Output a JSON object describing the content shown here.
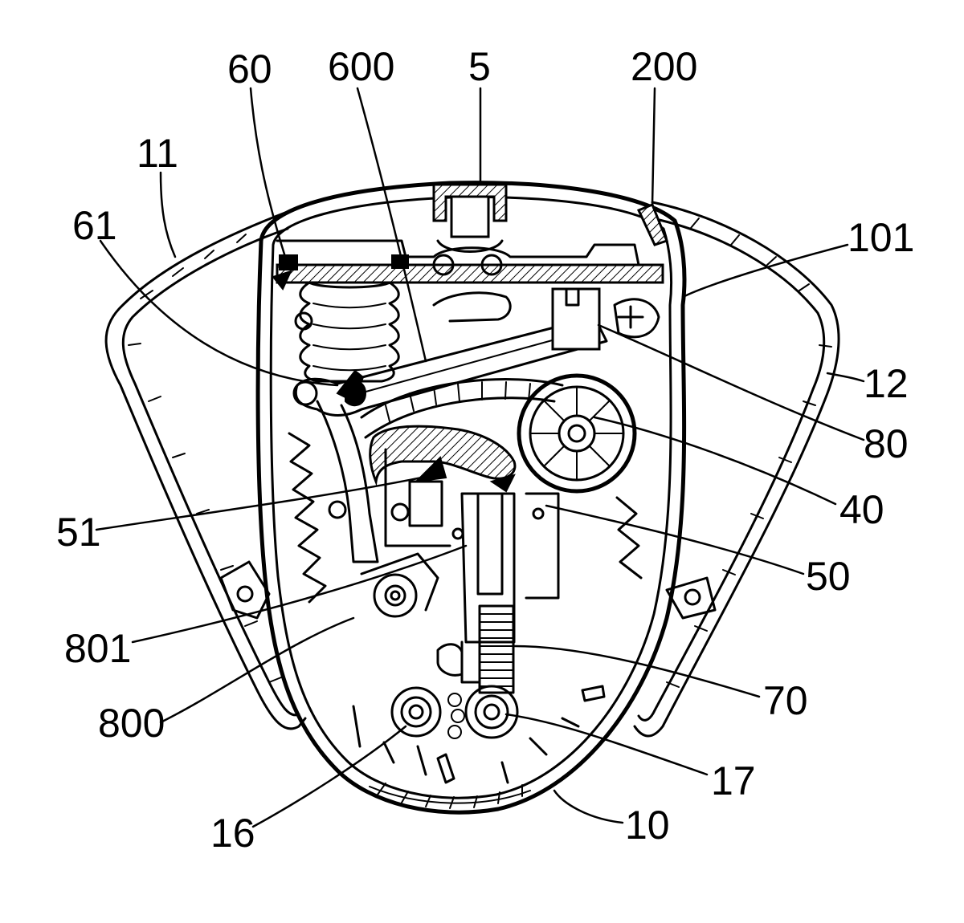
{
  "diagram": {
    "labels": {
      "l60": "60",
      "l600": "600",
      "l5": "5",
      "l200": "200",
      "l11": "11",
      "l61": "61",
      "l101": "101",
      "l12": "12",
      "l80": "80",
      "l40": "40",
      "l51": "51",
      "l50": "50",
      "l801": "801",
      "l70": "70",
      "l800": "800",
      "l17": "17",
      "l16": "16",
      "l10": "10"
    }
  }
}
